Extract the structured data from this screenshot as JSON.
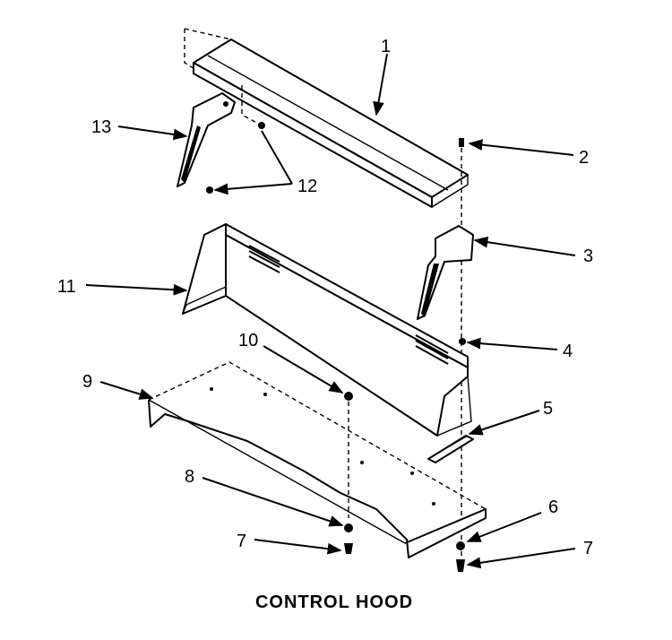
{
  "caption": "CONTROL HOOD",
  "callouts": [
    {
      "id": "c1",
      "text": "1"
    },
    {
      "id": "c2",
      "text": "2"
    },
    {
      "id": "c3",
      "text": "3"
    },
    {
      "id": "c4",
      "text": "4"
    },
    {
      "id": "c5",
      "text": "5"
    },
    {
      "id": "c6",
      "text": "6"
    },
    {
      "id": "c7a",
      "text": "7"
    },
    {
      "id": "c7b",
      "text": "7"
    },
    {
      "id": "c8",
      "text": "8"
    },
    {
      "id": "c9",
      "text": "9"
    },
    {
      "id": "c10",
      "text": "10"
    },
    {
      "id": "c11",
      "text": "11"
    },
    {
      "id": "c12",
      "text": "12"
    },
    {
      "id": "c13",
      "text": "13"
    }
  ]
}
